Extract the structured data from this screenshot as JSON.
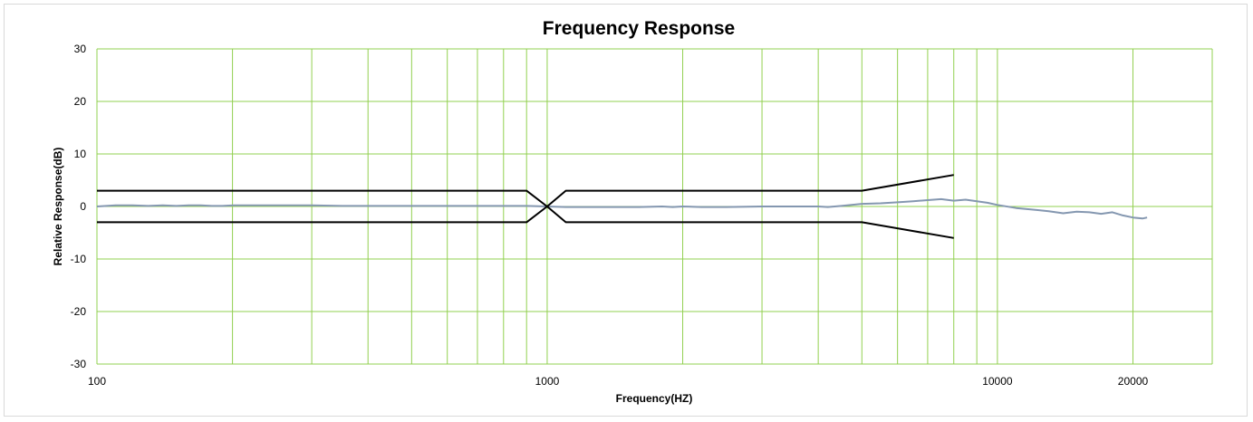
{
  "chart_data": {
    "type": "line",
    "title": "Frequency Response",
    "xlabel": "Frequency(HZ)",
    "ylabel": "Relative Response(dB)",
    "xscale": "log",
    "xlim": [
      100,
      30000
    ],
    "ylim": [
      -30,
      30
    ],
    "x_tick_labels": [
      {
        "value": 100,
        "label": "100"
      },
      {
        "value": 1000,
        "label": "1000"
      },
      {
        "value": 10000,
        "label": "10000"
      },
      {
        "value": 20000,
        "label": "20000"
      }
    ],
    "y_ticks": [
      30,
      20,
      10,
      0,
      -10,
      -20,
      -30
    ],
    "x_gridlines": [
      100,
      200,
      300,
      400,
      500,
      600,
      700,
      800,
      900,
      1000,
      2000,
      3000,
      4000,
      5000,
      6000,
      7000,
      8000,
      9000,
      10000,
      20000,
      30000
    ],
    "grid": true,
    "legend": "none",
    "series": [
      {
        "color": "#8497b0",
        "points": [
          [
            100,
            0
          ],
          [
            110,
            0.2
          ],
          [
            120,
            0.2
          ],
          [
            130,
            0.1
          ],
          [
            140,
            0.2
          ],
          [
            150,
            0.1
          ],
          [
            160,
            0.2
          ],
          [
            170,
            0.2
          ],
          [
            180,
            0.1
          ],
          [
            190,
            0.1
          ],
          [
            200,
            0.2
          ],
          [
            250,
            0.2
          ],
          [
            300,
            0.2
          ],
          [
            350,
            0.1
          ],
          [
            400,
            0.1
          ],
          [
            500,
            0.1
          ],
          [
            600,
            0.1
          ],
          [
            700,
            0.1
          ],
          [
            800,
            0.1
          ],
          [
            900,
            0.1
          ],
          [
            1000,
            0
          ],
          [
            1100,
            -0.1
          ],
          [
            1200,
            -0.1
          ],
          [
            1400,
            -0.1
          ],
          [
            1600,
            -0.1
          ],
          [
            1800,
            0
          ],
          [
            1900,
            -0.1
          ],
          [
            2000,
            0
          ],
          [
            2200,
            -0.1
          ],
          [
            2500,
            -0.1
          ],
          [
            3000,
            0
          ],
          [
            3500,
            0
          ],
          [
            4000,
            0
          ],
          [
            4200,
            -0.1
          ],
          [
            4500,
            0.1
          ],
          [
            5000,
            0.5
          ],
          [
            5500,
            0.6
          ],
          [
            6000,
            0.8
          ],
          [
            6500,
            1.0
          ],
          [
            7000,
            1.2
          ],
          [
            7500,
            1.4
          ],
          [
            8000,
            1.1
          ],
          [
            8500,
            1.3
          ],
          [
            9000,
            1.0
          ],
          [
            9500,
            0.7
          ],
          [
            10000,
            0.3
          ],
          [
            11000,
            -0.3
          ],
          [
            12000,
            -0.6
          ],
          [
            13000,
            -0.9
          ],
          [
            14000,
            -1.3
          ],
          [
            15000,
            -1.0
          ],
          [
            16000,
            -1.1
          ],
          [
            17000,
            -1.4
          ],
          [
            18000,
            -1.1
          ],
          [
            19000,
            -1.7
          ],
          [
            20000,
            -2.1
          ],
          [
            21000,
            -2.3
          ],
          [
            21500,
            -2.1
          ]
        ]
      },
      {
        "color": "#000000",
        "points": [
          [
            100,
            3
          ],
          [
            900,
            3
          ],
          [
            1000,
            0
          ],
          [
            1100,
            3
          ],
          [
            5000,
            3
          ],
          [
            8000,
            6
          ]
        ]
      },
      {
        "color": "#000000",
        "points": [
          [
            100,
            -3
          ],
          [
            900,
            -3
          ],
          [
            1000,
            0
          ],
          [
            1100,
            -3
          ],
          [
            5000,
            -3
          ],
          [
            8000,
            -6
          ]
        ]
      }
    ]
  },
  "colors": {
    "grid": "#92d050",
    "frame": "#d9d9d9"
  }
}
